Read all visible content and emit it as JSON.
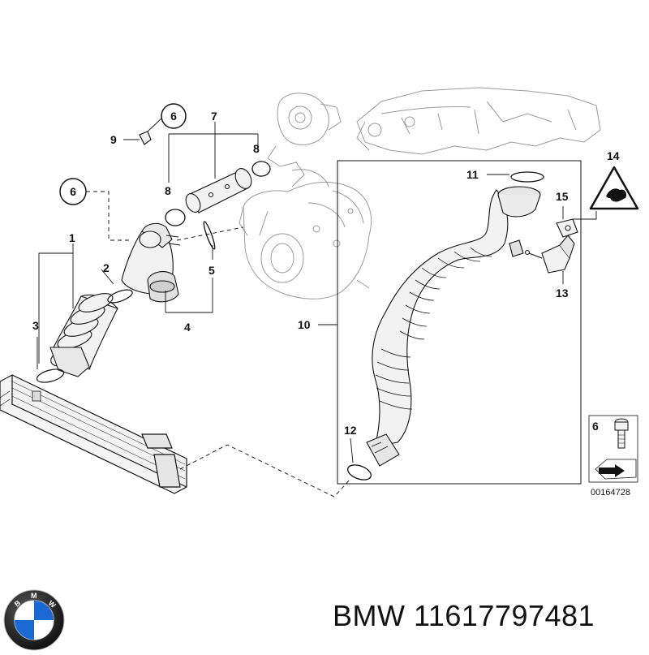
{
  "diagram": {
    "callouts": {
      "c1": "1",
      "c2": "2",
      "c3": "3",
      "c4": "4",
      "c5": "5",
      "c6a": "6",
      "c6b": "6",
      "c7": "7",
      "c8a": "8",
      "c8b": "8",
      "c9": "9",
      "c10": "10",
      "c11": "11",
      "c12": "12",
      "c13": "13",
      "c14": "14",
      "c15": "15",
      "c6legend": "6"
    },
    "reference_number": "00164728"
  },
  "logo": {
    "lettering": "BMW"
  },
  "caption": "BMW 11617797481",
  "colors": {
    "line": "#111111",
    "part_fill": "#f2f2f2",
    "ghost": "#9a9a9a",
    "blue": "#1c69d4"
  }
}
